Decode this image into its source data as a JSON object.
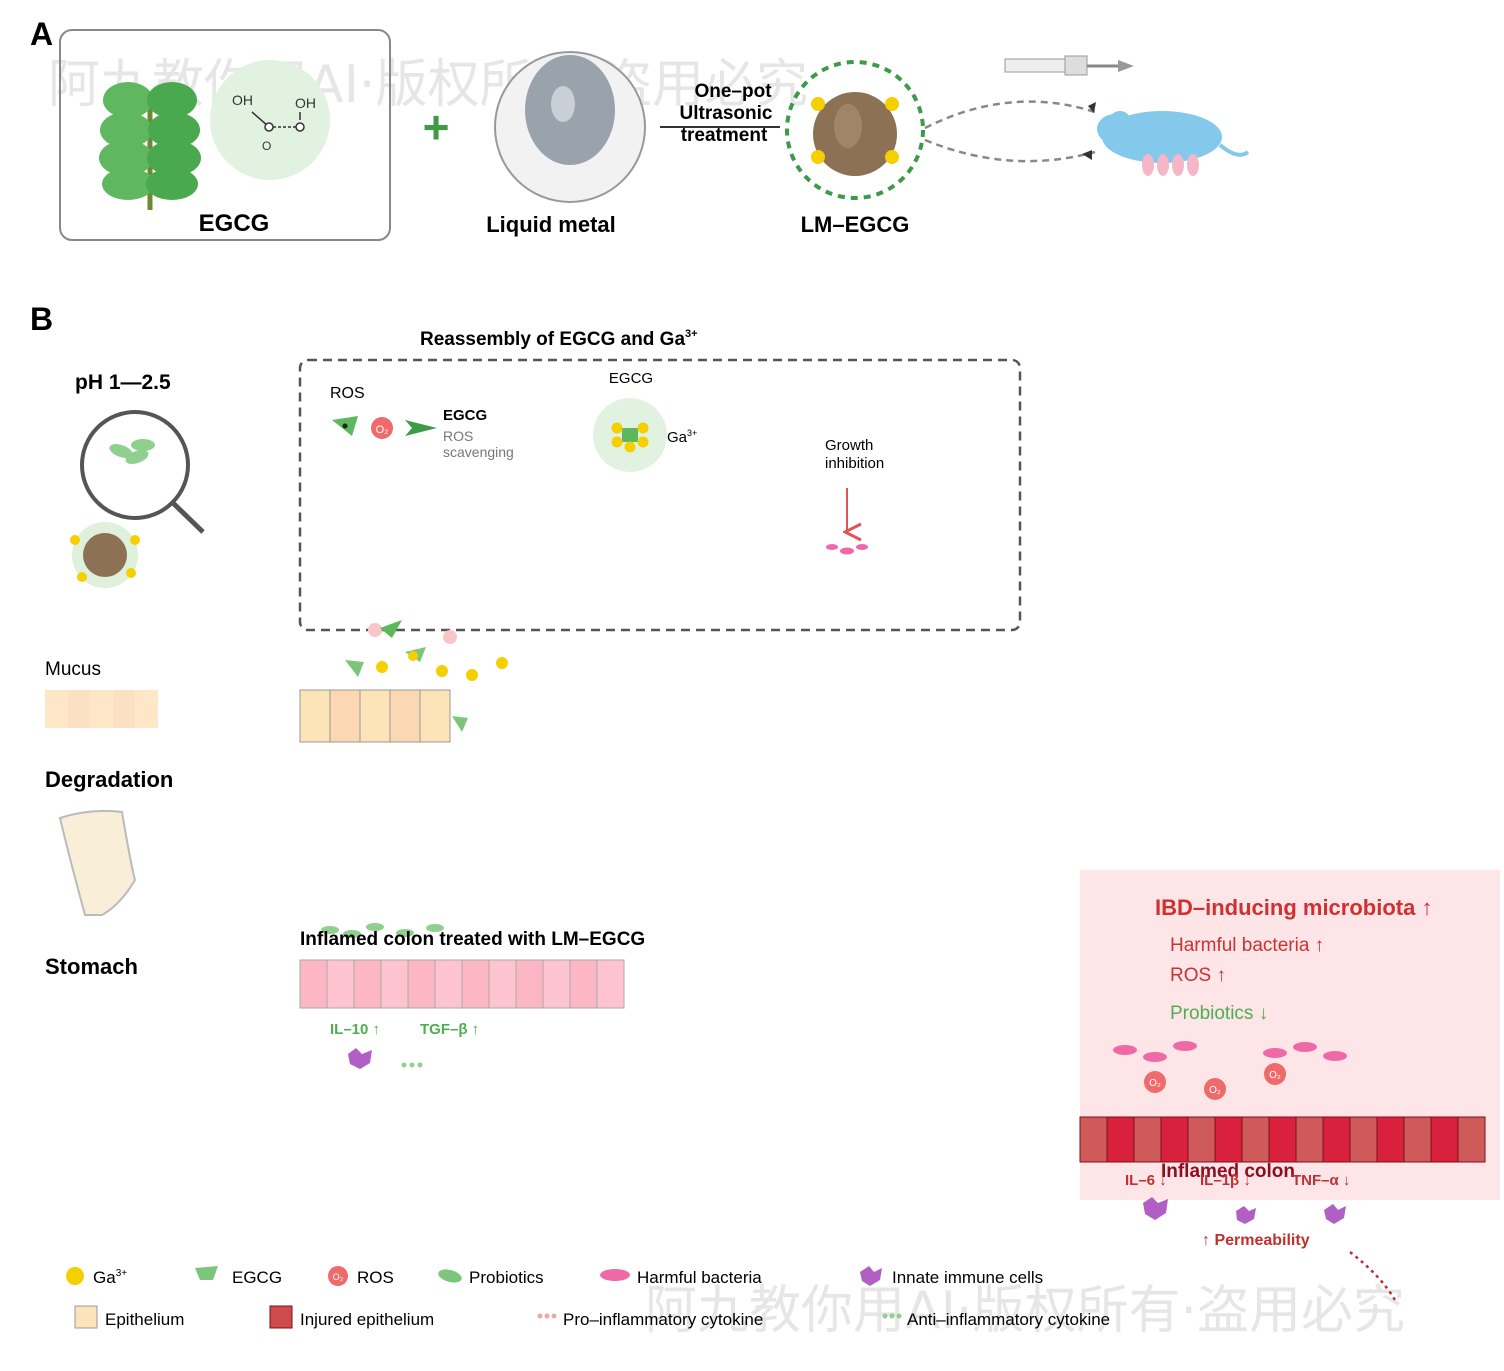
{
  "panels": {
    "a": "A",
    "b": "B"
  },
  "panel_a": {
    "egcg_label": "EGCG",
    "mol_oh1": "OH",
    "mol_oh2": "OH",
    "mol_o": "O",
    "plus": "+",
    "lm_label": "Liquid metal",
    "process_lines": [
      "One–pot",
      "Ultrasonic",
      "treatment"
    ],
    "product_label": "LM–EGCG"
  },
  "panel_b": {
    "ph_label": "pH 1—2.5",
    "mucus_label": "Mucus",
    "degradation_label": "Degradation",
    "stomach_label": "Stomach",
    "box_title": "Reassembly of EGCG and Ga",
    "box_title_sup": "3+",
    "ros_label": "ROS",
    "o2": "O₂",
    "egcg_bold": "EGCG",
    "ros_scavenging": [
      "ROS",
      "scavenging"
    ],
    "egcg_top": "EGCG",
    "ga_label": "Ga",
    "ga_sup": "3+",
    "growth_inhibition": [
      "Growth",
      "inhibition"
    ],
    "treated_title": "Inflamed colon treated with LM–EGCG",
    "il10": "IL–10 ↑",
    "tgfb": "TGF–β ↑",
    "ibd_title": "IBD–inducing microbiota ↑",
    "harmful": "Harmful bacteria ↑",
    "ros_up": "ROS ↑",
    "probiotics_down": "Probiotics ↓",
    "inflamed_colon": "Inflamed colon",
    "il6": "IL–6 ↓",
    "il1b": "IL–1β ↓",
    "tnfa": "TNF–α ↓",
    "permeability": "↑ Permeability"
  },
  "legend": {
    "ga": "Ga",
    "ga_sup": "3+",
    "egcg": "EGCG",
    "ros": "ROS",
    "probiotics": "Probiotics",
    "harmful_bacteria": "Harmful bacteria",
    "innate_immune": "Innate immune cells",
    "epithelium": "Epithelium",
    "injured": "Injured epithelium",
    "pro_cytokine": "Pro–inflammatory cytokine",
    "anti_cytokine": "Anti–inflammatory cytokine"
  },
  "watermarks": [
    "阿九教你用AI·版权所有·盗用必究",
    "阿九教你用AI·版权所有·盗用必究"
  ],
  "colors": {
    "green": "#5cb85c",
    "dark_green": "#3e9a47",
    "gold": "#f5cf00",
    "ros_red": "#ef6a6a",
    "pink": "#ee6aa7",
    "purple": "#b15fc4",
    "epithelium": "#fde3b8",
    "injured": "#d9213d",
    "ibd_red": "#d03030"
  }
}
